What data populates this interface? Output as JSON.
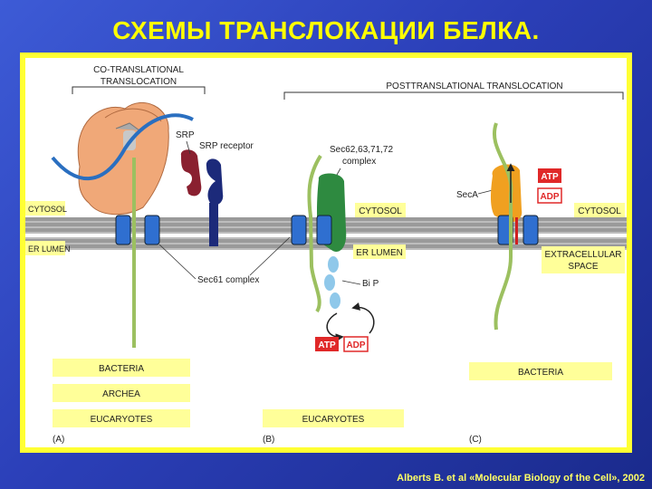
{
  "title": "СХЕМЫ ТРАНСЛОКАЦИИ БЕЛКА.",
  "credit": "Alberts B. et al «Molecular Biology of the Cell», 2002",
  "headers": {
    "cotranslational_line1": "CO-TRANSLATIONAL",
    "cotranslational_line2": "TRANSLOCATION",
    "posttranslational": "POSTTRANSLATIONAL TRANSLOCATION"
  },
  "panel_a": {
    "srp": "SRP",
    "srp_receptor": "SRP receptor",
    "cytosol": "CYTOSOL",
    "er_lumen": "ER LUMEN",
    "sec61": "Sec61 complex",
    "organisms": [
      "BACTERIA",
      "ARCHEA",
      "EUCARYOTES"
    ],
    "letter": "(A)"
  },
  "panel_b": {
    "sec_line1": "Sec62,63,71,72",
    "sec_line2": "complex",
    "cytosol": "CYTOSOL",
    "er_lumen": "ER LUMEN",
    "bip": "Bi P",
    "atp": "ATP",
    "adp": "ADP",
    "organisms": [
      "EUCARYOTES"
    ],
    "letter": "(B)"
  },
  "panel_c": {
    "seca": "SecA",
    "atp": "ATP",
    "adp": "ADP",
    "cytosol": "CYTOSOL",
    "extracellular_line1": "EXTRACELLULAR",
    "extracellular_line2": "SPACE",
    "organisms": [
      "BACTERIA"
    ],
    "letter": "(C)"
  },
  "colors": {
    "title": "#ffff00",
    "frame": "#ffff33",
    "ribosome": "#f0a878",
    "channel": "#2f6fd0",
    "srp": "#8a2030",
    "receptor": "#1c2a7a",
    "sec_complex": "#2e8a40",
    "seca": "#f0a020",
    "bip": "#8fc8ea",
    "chain": "#9cc060",
    "atp": "#e02828",
    "organism_box": "#ffff99"
  }
}
